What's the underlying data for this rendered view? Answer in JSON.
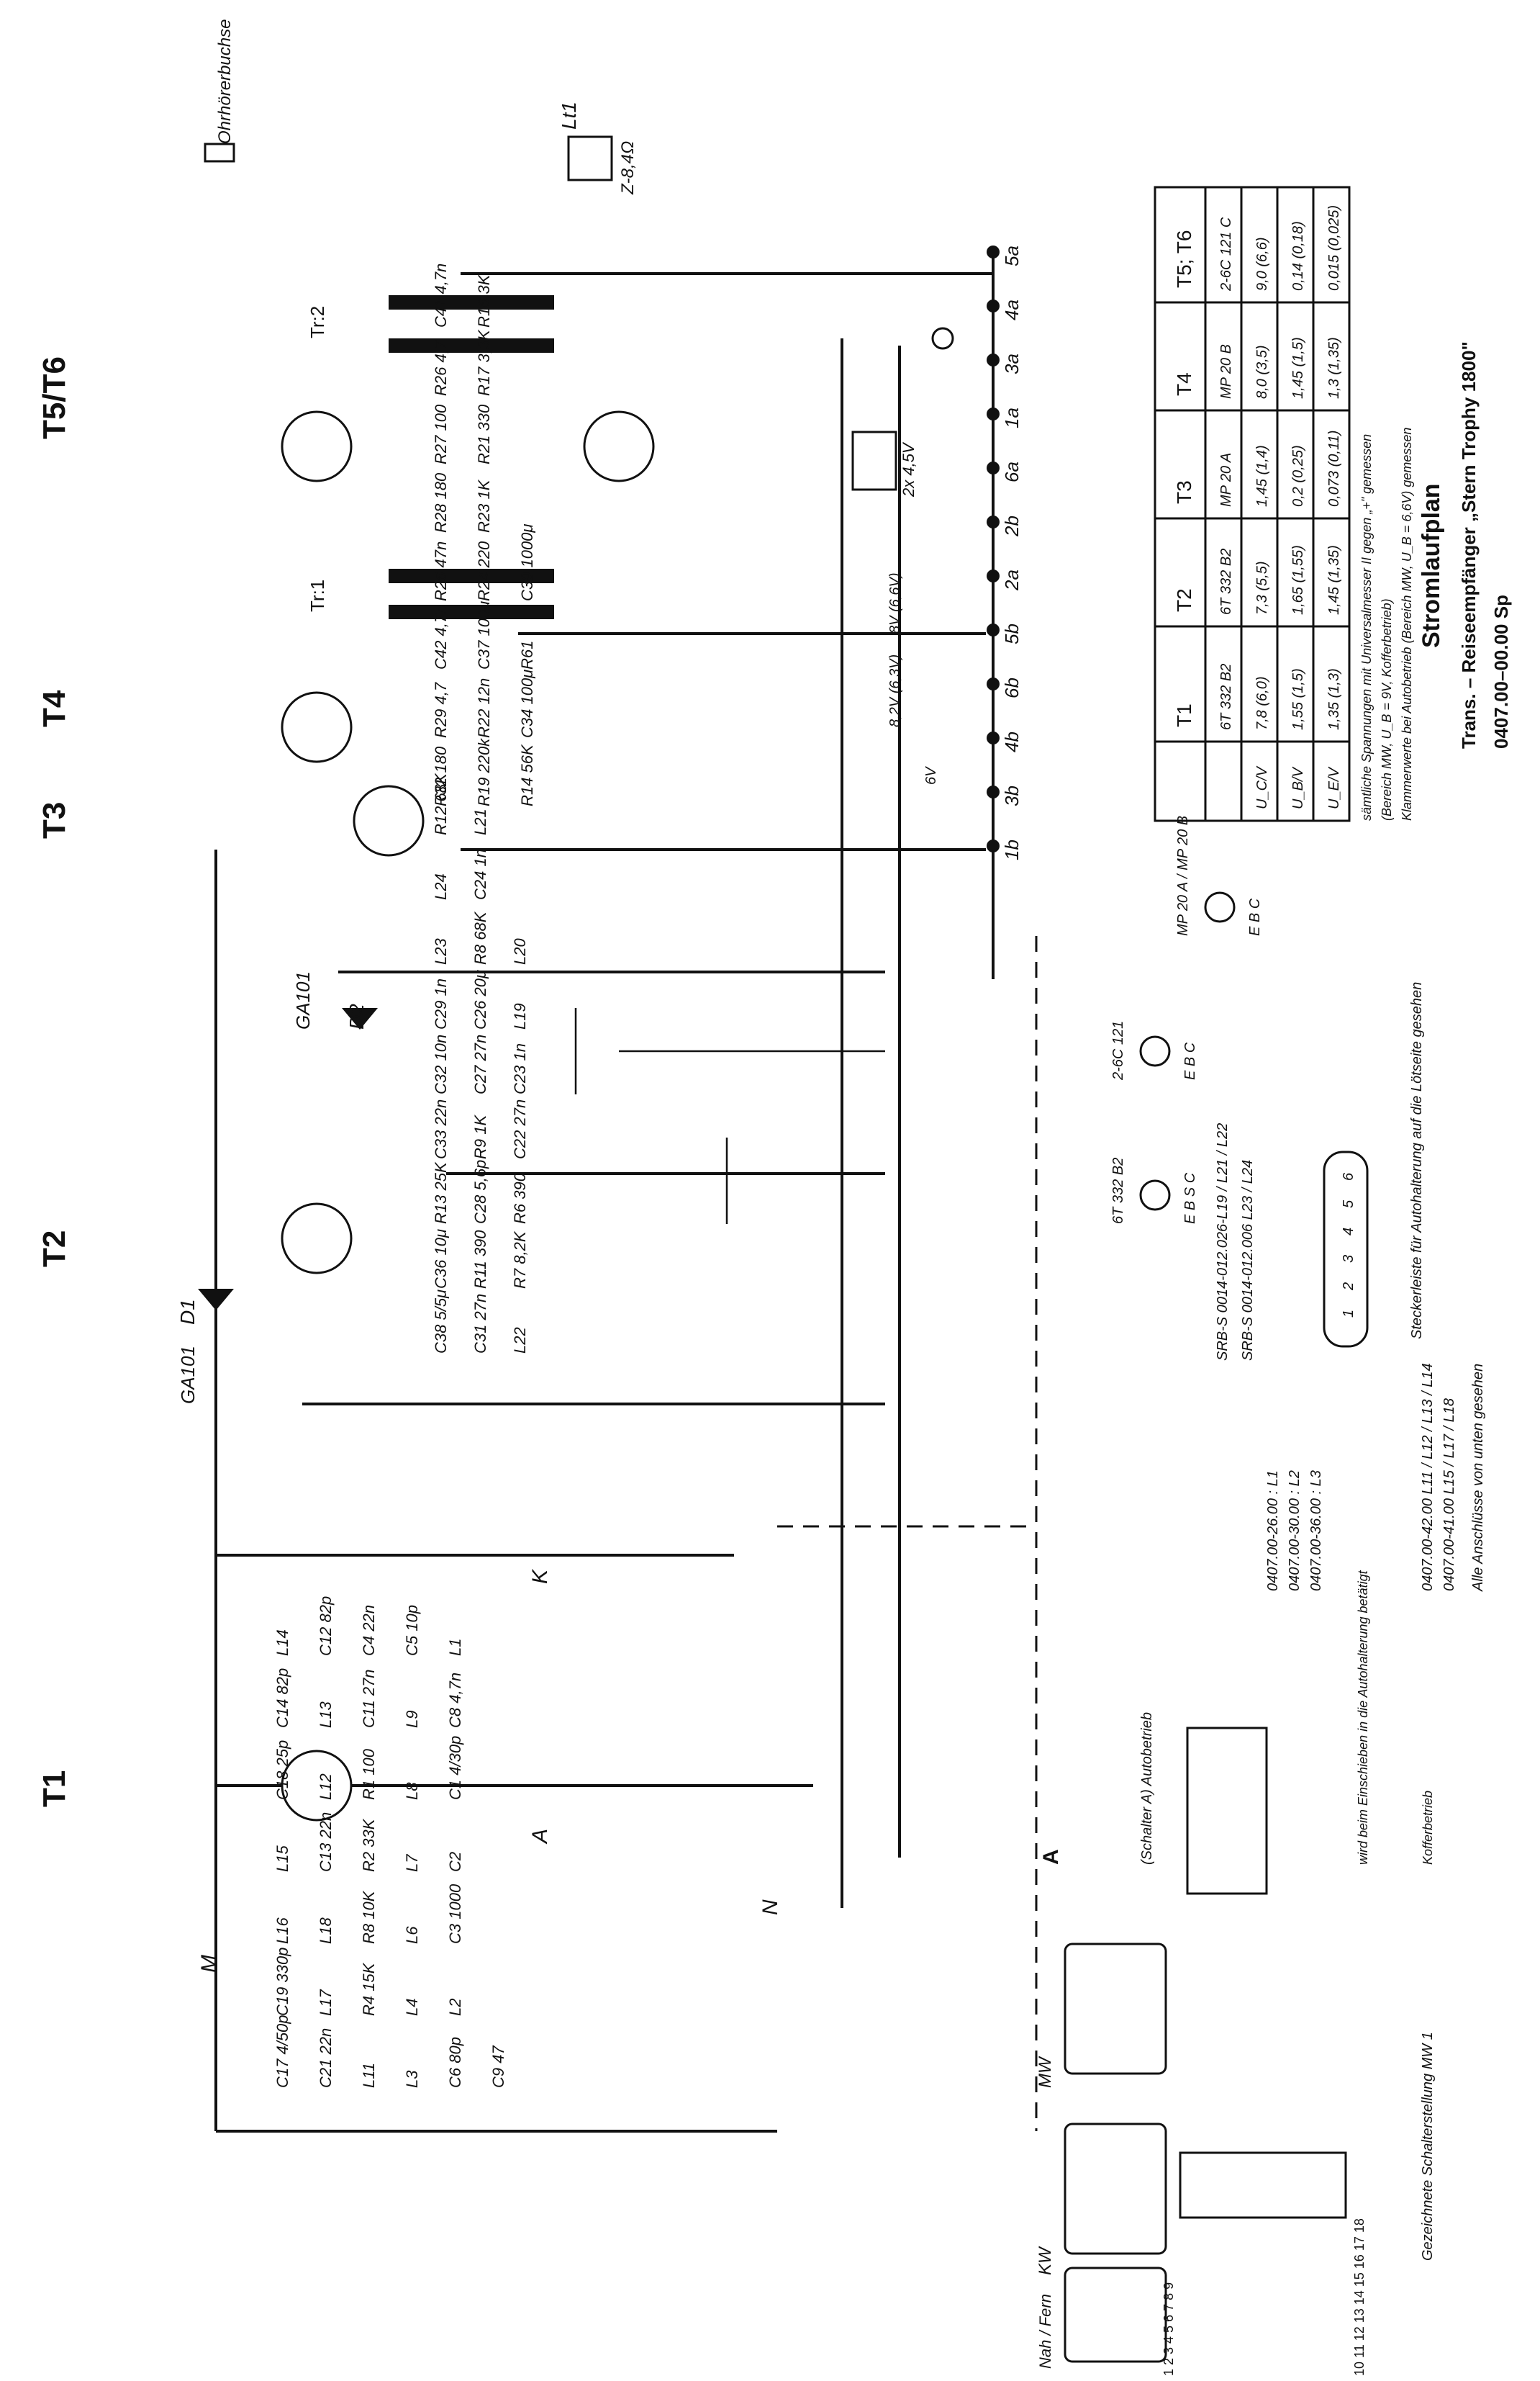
{
  "transistor_headers": [
    "T1",
    "T2",
    "T3",
    "T4",
    "T5/T6"
  ],
  "title_block": {
    "title": "Stromlaufplan",
    "subtitle": "Trans. – Reiseempfänger „Stern Trophy 1800\"",
    "number": "0407.00–00.00 Sp"
  },
  "voltage_table": {
    "headers": [
      "",
      "T1",
      "T2",
      "T3",
      "T4",
      "T5; T6"
    ],
    "rows": [
      [
        "",
        "6T 332 B2",
        "6T 332 B2",
        "MP 20 A",
        "MP 20 B",
        "2-6C 121 C"
      ],
      [
        "U_C/V",
        "7,8   (6,0)",
        "7,3   (5,5)",
        "1,45  (1,4)",
        "8,0   (3,5)",
        "9,0   (6,6)"
      ],
      [
        "U_B/V",
        "1,55  (1,5)",
        "1,65  (1,55)",
        "0,2   (0,25)",
        "1,45  (1,5)",
        "0,14  (0,18)"
      ],
      [
        "U_E/V",
        "1,35  (1,3)",
        "1,45  (1,35)",
        "0,073 (0,11)",
        "1,3   (1,35)",
        "0,015 (0,025)"
      ]
    ],
    "footnote": [
      "sämtliche Spannungen mit Universalmesser II gegen „+\" gemessen",
      "(Bereich MW, U_B = 9V, Kofferbetrieb)",
      "Klammerwerte bei Autobetrieb (Bereich MW, U_B = 6,6V) gemessen"
    ]
  },
  "earphone_label": "Ohrhörerbuchse",
  "speaker": {
    "ref": "Lt1",
    "value": "Z-8,4Ω"
  },
  "transformers": [
    "Tr:2",
    "Tr:1"
  ],
  "diode_labels": [
    "D1",
    "GA101",
    "D2",
    "GA101"
  ],
  "components": {
    "top": [
      "R32 180",
      "R29 4,7",
      "C42 4,7n",
      "R26 47n",
      "R28 180",
      "R27 100",
      "R26 4,7",
      "C41 4,7n",
      "R19 220k",
      "R22 12n",
      "C37 100μ",
      "R24 220",
      "R23 1K",
      "R21 330",
      "R17 3,3K",
      "R16 3K",
      "R14 56K",
      "C34 100μ",
      "R61",
      "C39 1000μ"
    ],
    "middle": [
      "C38 5/5μ",
      "C36 10μ",
      "R13 25K",
      "C33 22n",
      "C32 10n",
      "C29 1n",
      "L23",
      "L24",
      "R12 68K",
      "C31 27n",
      "R11 390",
      "C28 5,6p",
      "R9 1K",
      "C27 27n",
      "C26 20μ",
      "R8 68K",
      "C24 1n",
      "L21",
      "L22",
      "R7 8,2K",
      "R6 390",
      "C22 27n",
      "C23 1n",
      "L19",
      "L20"
    ],
    "bottom": [
      "C17 4/50p",
      "C19 330p",
      "L16",
      "L15",
      "C18 25p",
      "C14 82p",
      "L14",
      "C21 22n",
      "L17",
      "L18",
      "C13 22n",
      "L12",
      "L13",
      "C12 82p",
      "L11",
      "R4 15K",
      "R8 10K",
      "R2 33K",
      "R1 100",
      "C11 27n",
      "C4 22n",
      "L3",
      "L4",
      "L6",
      "L7",
      "L8",
      "L9",
      "C5 10p",
      "C6 80p",
      "L2",
      "C3 1000",
      "C2",
      "C1 4/30p",
      "C8 4,7n",
      "L1",
      "C9 47"
    ]
  },
  "switch_letters": [
    "K",
    "A",
    "M",
    "N"
  ],
  "terminals": [
    "5a",
    "4a",
    "3a",
    "1a",
    "6a",
    "2b",
    "2a",
    "5b",
    "6b",
    "4b",
    "3b",
    "1b"
  ],
  "battery_label": "2x 4,5V",
  "supply_labels": [
    "8V (6,6V)",
    "8,2V (6,3V)",
    "6V"
  ],
  "pinouts": [
    {
      "type": "MP 20 A / MP 20 B",
      "pins": "E B C"
    },
    {
      "type": "2-6C 121",
      "pins": "E B C"
    },
    {
      "type": "6T 332 B2",
      "pins": "E B S C"
    }
  ],
  "coil_sets": [
    "SRB-S 0014-012.026-L19 / L21 / L22",
    "SRB-S 0014-012.006   L23 / L24",
    "0407.00-26.00 : L1",
    "0407.00-30.00 : L2",
    "0407.00-36.00 : L3",
    "0407.00-42.00  L11 / L12 / L13 / L14",
    "0407.00-41.00  L15 / L17 / L18",
    "Alle Anschlüsse von unten gesehen"
  ],
  "connector_note": "Steckerleiste für Autohalterung auf die Lötseite gesehen",
  "connector_pins": [
    "6",
    "5",
    "4",
    "3",
    "2",
    "1"
  ],
  "switch_section": {
    "header": "A",
    "note": "(Schalter A) Autobetrieb",
    "label1": "wird beim Einschieben in die Autohalterung betätigt",
    "label2": "Kofferbetrieb",
    "position_note": "Gezeichnete Schalterstellung MW 1",
    "bands": [
      "MW",
      "KW",
      "Nah / Fern"
    ],
    "pin_numbers": [
      "1 2 3 4 5 6 7 8 9",
      "10 11 12 13 14 15 16 17 18"
    ]
  }
}
